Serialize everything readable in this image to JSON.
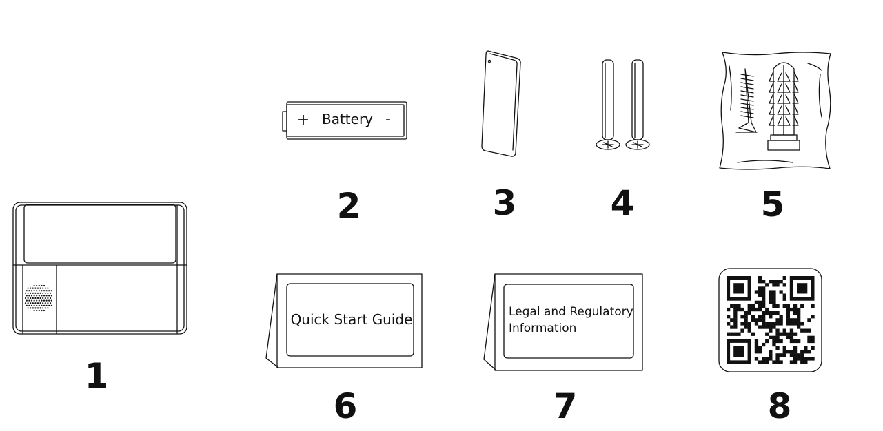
{
  "items": [
    {
      "number": "1",
      "name": "device"
    },
    {
      "number": "2",
      "name": "battery",
      "label_plus": "+",
      "label_text": "Battery",
      "label_minus": "-"
    },
    {
      "number": "3",
      "name": "card"
    },
    {
      "number": "4",
      "name": "screws"
    },
    {
      "number": "5",
      "name": "screw-and-anchor-bag"
    },
    {
      "number": "6",
      "name": "quick-start-guide",
      "text": "Quick Start Guide"
    },
    {
      "number": "7",
      "name": "legal-info",
      "line1": "Legal and Regulatory",
      "line2": "Information"
    },
    {
      "number": "8",
      "name": "qr-code"
    }
  ]
}
